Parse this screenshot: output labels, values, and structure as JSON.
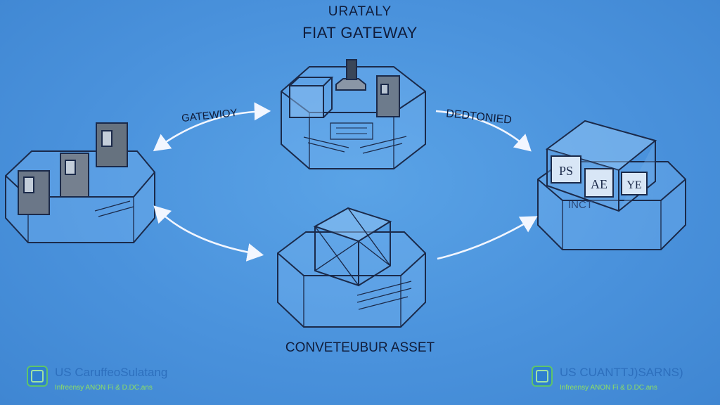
{
  "title": {
    "top": "URATALY",
    "main": "FIAT GATEWAY"
  },
  "arrow_labels": {
    "left": "GATEWIOY",
    "right": "DEDTONIED"
  },
  "bottom_label": "CONVETEUBUR ASSET",
  "right_box": {
    "panels": [
      "PS",
      "AE",
      "YE"
    ],
    "platform_label": "INCT"
  },
  "footer_left": {
    "brand": "US CaruffeoSulatang",
    "sub": "Infreensy ANON Fi & D.DC.ans"
  },
  "footer_right": {
    "brand": "US CUANTTJ)SARNS)",
    "sub": "Infreensy ANON Fi & D.DC.ans"
  },
  "colors": {
    "background": "#4a92dc",
    "line": "#1b2a4a",
    "text": "#101c3a",
    "accent_green": "#8fe060"
  }
}
